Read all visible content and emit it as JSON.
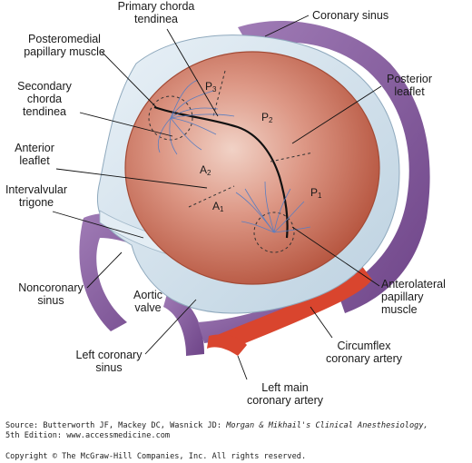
{
  "labels": {
    "primary_chorda": [
      "Primary chorda",
      "tendinea"
    ],
    "posteromedial": [
      "Posteromedial",
      "papillary muscle"
    ],
    "secondary_chorda": [
      "Secondary",
      "chorda",
      "tendinea"
    ],
    "anterior_leaflet": [
      "Anterior",
      "leaflet"
    ],
    "intervalvular": [
      "Intervalvular",
      "trigone"
    ],
    "coronary_sinus": "Coronary sinus",
    "posterior_leaflet": [
      "Posterior",
      "leaflet"
    ],
    "noncoronary": [
      "Noncoronary",
      "sinus"
    ],
    "aortic_valve": [
      "Aortic",
      "valve"
    ],
    "left_coronary": [
      "Left coronary",
      "sinus"
    ],
    "anterolateral": [
      "Anterolateral",
      "papillary",
      "muscle"
    ],
    "circumflex": [
      "Circumflex",
      "coronary artery"
    ],
    "left_main": [
      "Left main",
      "coronary artery"
    ]
  },
  "regions": {
    "P3": {
      "letter": "P",
      "sub": "3"
    },
    "P2": {
      "letter": "P",
      "sub": "2"
    },
    "P1": {
      "letter": "P",
      "sub": "1"
    },
    "A2": {
      "letter": "A",
      "sub": "2"
    },
    "A1": {
      "letter": "A",
      "sub": "1"
    }
  },
  "footer": {
    "source_prefix": "Source: Butterworth JF, Mackey DC, Wasnick JD: ",
    "source_title": "Morgan & Mikhail's Clinical Anesthesiology,",
    "source_line2": "5th Edition: www.accessmedicine.com",
    "copyright": "Copyright © The McGraw-Hill Companies, Inc. All rights reserved."
  },
  "colors": {
    "purple": "#8a5fa0",
    "light_blue": "#d8e6f0",
    "valve_red": "#c96a58",
    "artery": "#d9452e"
  }
}
